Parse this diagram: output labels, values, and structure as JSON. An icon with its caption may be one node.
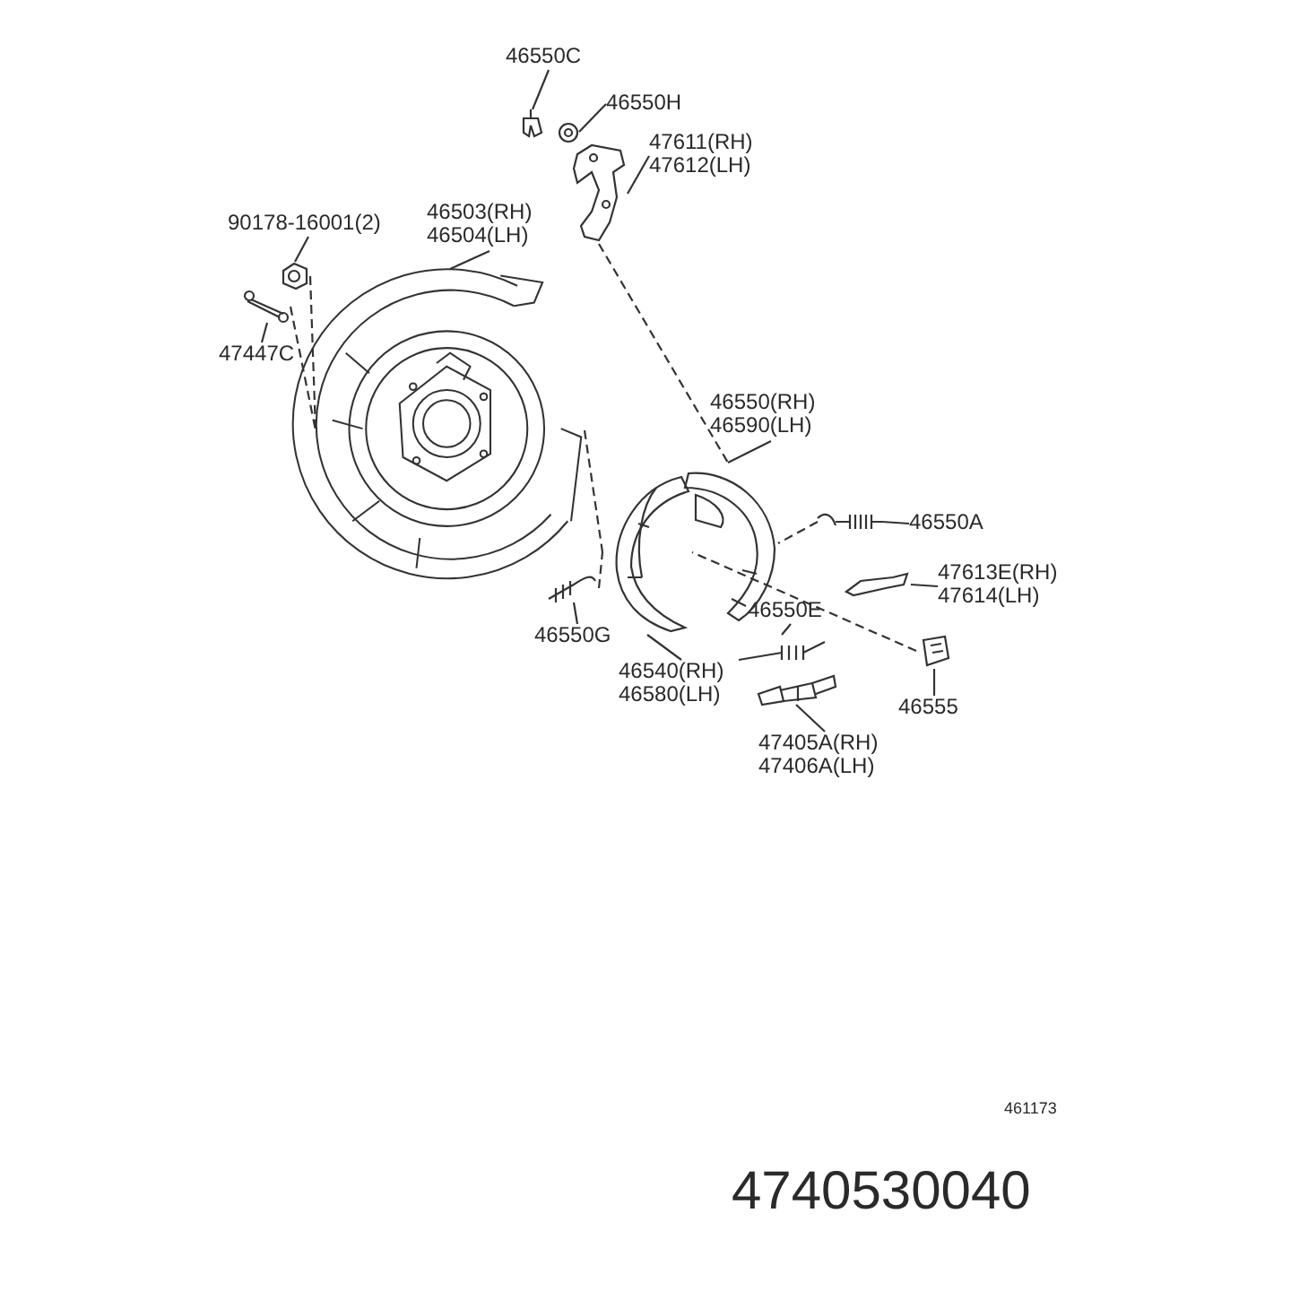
{
  "diagram": {
    "nodes": [
      {
        "text": [
          "46550C"
        ]
      },
      {
        "text": [
          "46550H"
        ]
      },
      {
        "text": [
          "47611(RH) 47612(LH)"
        ]
      },
      {
        "text": [
          "90178-16001(2)"
        ]
      },
      {
        "text": [
          "46503(RH) 46504(LH)"
        ]
      },
      {
        "text": [
          "47447C"
        ]
      },
      {
        "text": [
          "46550(RH) 46590(LH)"
        ]
      },
      {
        "text": [
          "46550A"
        ]
      },
      {
        "text": [
          "47613E(RH) 47614(LH)"
        ]
      },
      {
        "text": [
          "46550G"
        ]
      },
      {
        "text": [
          "46550E"
        ]
      },
      {
        "text": [
          "46540(RH) 46580(LH)"
        ]
      },
      {
        "text": [
          "46555"
        ]
      },
      {
        "text": [
          "47405A(RH) 47406A(LH)"
        ]
      },
      {
        "text": [],
        "shape": "picture"
      },
      {
        "text": [],
        "shape": "picture"
      },
      {
        "text": [],
        "shape": "picture"
      },
      {
        "text": [],
        "shape": "picture"
      },
      {
        "text": [],
        "shape": "picture"
      },
      {
        "text": [],
        "shape": "picture"
      },
      {
        "text": [],
        "shape": "picture"
      },
      {
        "text": [],
        "shape": "picture"
      },
      {
        "text": [],
        "shape": "picture"
      },
      {
        "text": [],
        "shape": "picture"
      },
      {
        "text": [],
        "shape": "picture"
      },
      {
        "text": [],
        "shape": "picture"
      },
      {
        "text": [],
        "shape": "picture"
      },
      {
        "text": [],
        "shape": "picture"
      }
    ],
    "edges": [
      {
        "from": 0,
        "to": 14,
        "arrow": "none"
      },
      {
        "from": 1,
        "to": 15,
        "arrow": "none"
      },
      {
        "from": 2,
        "to": 16,
        "arrow": "none"
      },
      {
        "from": 3,
        "to": 17,
        "arrow": "none"
      },
      {
        "from": 4,
        "to": 19,
        "arrow": "none"
      },
      {
        "from": 5,
        "to": 18,
        "arrow": "none"
      },
      {
        "from": 6,
        "to": 20,
        "arrow": "none"
      },
      {
        "from": 7,
        "to": 21,
        "arrow": "none"
      },
      {
        "from": 8,
        "to": 22,
        "arrow": "none"
      },
      {
        "from": 9,
        "to": 23,
        "arrow": "none"
      },
      {
        "from": 10,
        "to": 25,
        "arrow": "none"
      },
      {
        "from": 11,
        "to": 24,
        "arrow": "none"
      },
      {
        "from": 12,
        "to": 27,
        "arrow": "none"
      },
      {
        "from": 13,
        "to": 26,
        "arrow": "none"
      },
      {
        "from": 17,
        "to": 19,
        "arrow": "none",
        "style": "dashed"
      },
      {
        "from": 18,
        "to": 19,
        "arrow": "none",
        "style": "dashed"
      },
      {
        "from": 16,
        "to": 20,
        "arrow": "none",
        "style": "dashed"
      },
      {
        "from": 19,
        "to": 24,
        "arrow": "none",
        "style": "dashed"
      },
      {
        "from": 23,
        "to": 24,
        "arrow": "none",
        "style": "dashed"
      },
      {
        "from": 21,
        "to": 20,
        "arrow": "none",
        "style": "dashed"
      },
      {
        "from": 27,
        "to": 24,
        "arrow": "none",
        "style": "dashed"
      }
    ],
    "labels": [
      "461173",
      "4740530040"
    ]
  }
}
